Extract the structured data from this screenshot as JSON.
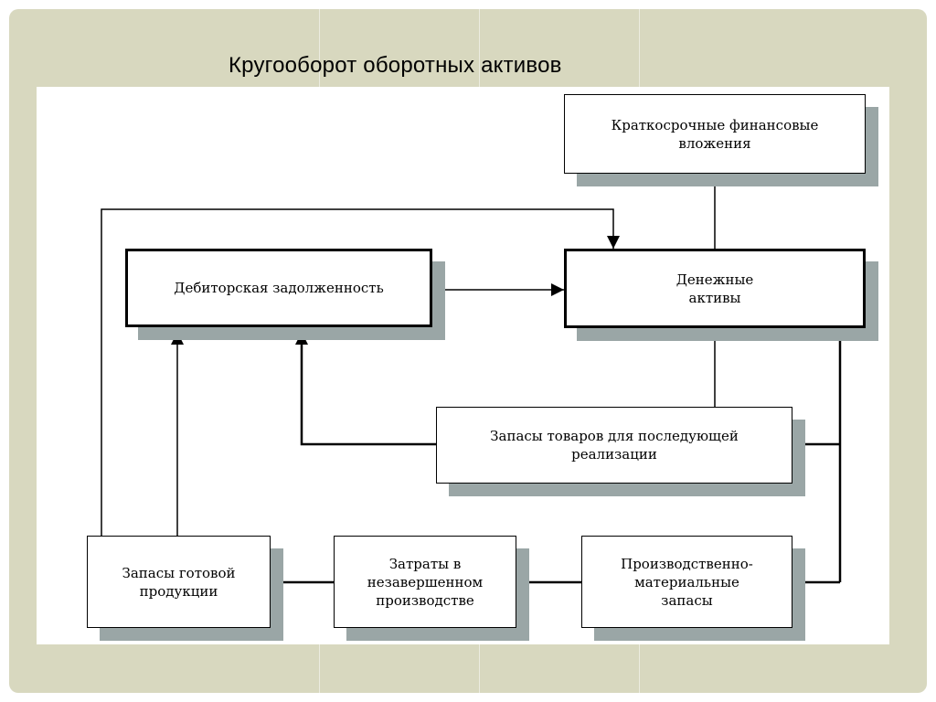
{
  "slide": {
    "title": "Кругооборот оборотных активов"
  },
  "diagram": {
    "nodes": {
      "short_term_investments": "Краткосрочные финансовые\nвложения",
      "receivables": "Дебиторская задолженность",
      "cash": "Денежные\nактивы",
      "goods_for_resale": "Запасы товаров для последующей\nреализации",
      "finished_goods": "Запасы готовой\nпродукции",
      "work_in_progress": "Затраты в\nнезавершенном\nпроизводстве",
      "raw_materials": "Производственно-\nматериальные\nзапасы"
    }
  }
}
